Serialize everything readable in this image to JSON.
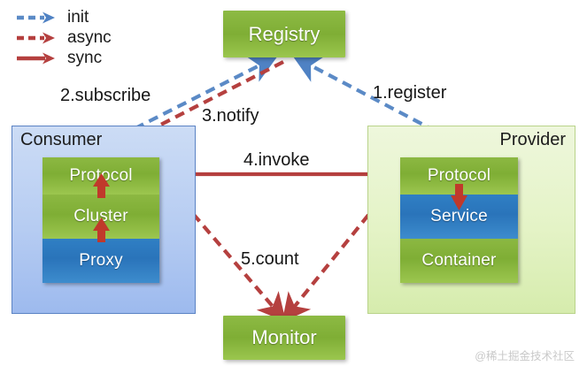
{
  "legend": {
    "items": [
      {
        "label": "init",
        "style": "dashed",
        "color": "#5b8ac6"
      },
      {
        "label": "async",
        "style": "dashed",
        "color": "#b5403f"
      },
      {
        "label": "sync",
        "style": "solid",
        "color": "#b5403f"
      }
    ]
  },
  "nodes": {
    "registry": "Registry",
    "monitor": "Monitor",
    "consumer_title": "Consumer",
    "provider_title": "Provider",
    "consumer_layers": [
      "Protocol",
      "Cluster",
      "Proxy"
    ],
    "provider_layers": [
      "Protocol",
      "Service",
      "Container"
    ]
  },
  "edges": {
    "register": "1.register",
    "subscribe": "2.subscribe",
    "notify": "3.notify",
    "invoke": "4.invoke",
    "count": "5.count"
  },
  "watermark": "@稀土掘金技术社区",
  "colors": {
    "init_blue": "#5b8ac6",
    "async_red": "#b5403f",
    "sync_red": "#b5403f",
    "green_box": "#7fae35",
    "blue_box": "#2a74ba",
    "consumer_panel": "#b6ccf2",
    "provider_panel": "#e4f3c6"
  }
}
